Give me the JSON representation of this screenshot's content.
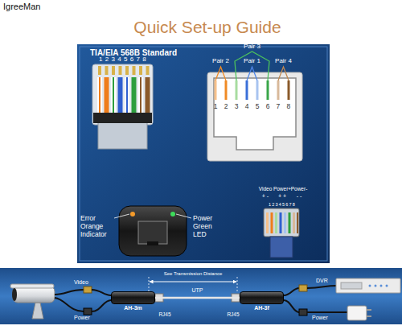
{
  "diagram": {
    "title": "Quick Set-up Guide",
    "nodes": [
      {
        "text": [
          "AH-3m"
        ]
      },
      {
        "text": [
          "AH-3f"
        ]
      }
    ],
    "edges": [
      {
        "from": 0,
        "to": 1,
        "label": "UTP",
        "arrow": "none"
      }
    ],
    "labels": [
      "IgreeMan",
      "TIA/EIA 568B Standard",
      "12345678",
      "Pair 3",
      "Pair 2",
      "Pair 1",
      "Pair 4",
      "1 2 3 4 5 6 7 8",
      "Video",
      "Power+",
      "Power-",
      "+ -",
      "+ +",
      "- -",
      "12345678",
      "Error Orange Indicator",
      "Power Green LED",
      "See Transmission Distance",
      "Video",
      "Power",
      "RJ45",
      "RJ45",
      "DVR",
      "Power"
    ]
  }
}
